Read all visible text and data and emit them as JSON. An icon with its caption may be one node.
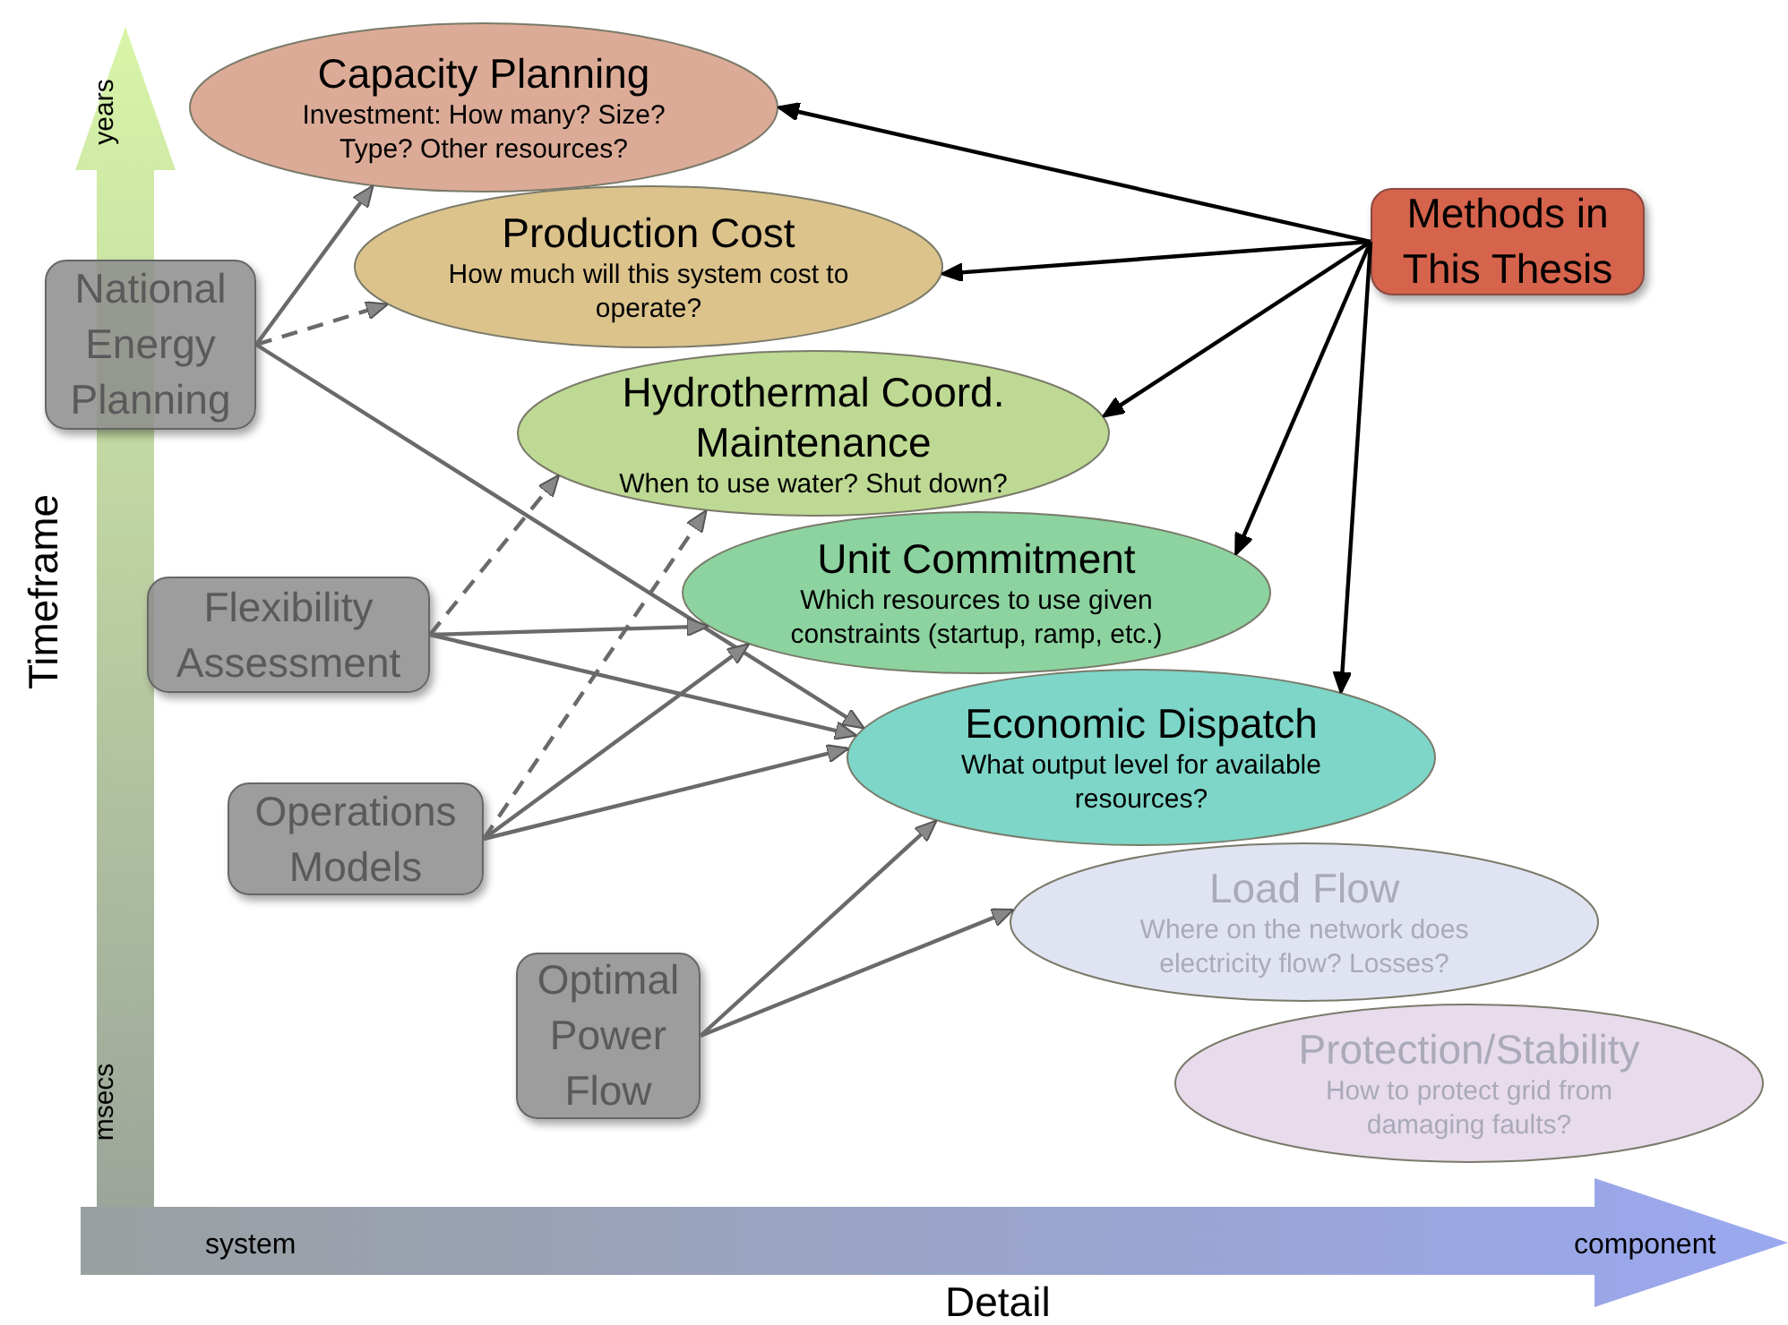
{
  "diagram": {
    "nodes": [
      {
        "text": [
          "Capacity Planning",
          "Investment: How many? Size? Type? Other resources?"
        ]
      },
      {
        "text": [
          "Production Cost",
          "How much will this system cost to operate?"
        ]
      },
      {
        "text": [
          "Hydrothermal Coord. Maintenance",
          "When to use water? Shut down?"
        ]
      },
      {
        "text": [
          "Unit Commitment",
          "Which resources to use given constraints (startup, ramp, etc.)"
        ]
      },
      {
        "text": [
          "Economic Dispatch",
          "What output level for available resources?"
        ]
      },
      {
        "text": [
          "Load Flow",
          "Where on the network does electricity flow? Losses?"
        ]
      },
      {
        "text": [
          "Protection/Stability",
          "How to protect grid from damaging faults?"
        ]
      },
      {
        "text": [
          "Methods in This Thesis"
        ]
      },
      {
        "text": [
          "National Energy Planning"
        ]
      },
      {
        "text": [
          "Flexibility Assessment"
        ]
      },
      {
        "text": [
          "Operations Models"
        ]
      },
      {
        "text": [
          "Optimal Power Flow"
        ]
      }
    ],
    "edges": [
      {
        "from": 7,
        "to": 0,
        "arrow": "to",
        "color": "#000000"
      },
      {
        "from": 7,
        "to": 1,
        "arrow": "to",
        "color": "#000000"
      },
      {
        "from": 7,
        "to": 2,
        "arrow": "to",
        "color": "#000000"
      },
      {
        "from": 7,
        "to": 3,
        "arrow": "to",
        "color": "#000000"
      },
      {
        "from": 7,
        "to": 4,
        "arrow": "to",
        "color": "#000000"
      },
      {
        "from": 8,
        "to": 0,
        "arrow": "to"
      },
      {
        "from": 8,
        "to": 1,
        "arrow": "to",
        "style": "dashed"
      },
      {
        "from": 8,
        "to": 4,
        "arrow": "to"
      },
      {
        "from": 9,
        "to": 2,
        "arrow": "to",
        "style": "dashed"
      },
      {
        "from": 9,
        "to": 3,
        "arrow": "to"
      },
      {
        "from": 9,
        "to": 4,
        "arrow": "to"
      },
      {
        "from": 10,
        "to": 2,
        "arrow": "to",
        "style": "dashed"
      },
      {
        "from": 10,
        "to": 3,
        "arrow": "to"
      },
      {
        "from": 10,
        "to": 4,
        "arrow": "to"
      },
      {
        "from": 11,
        "to": 4,
        "arrow": "to"
      },
      {
        "from": 11,
        "to": 5,
        "arrow": "to"
      }
    ],
    "labels": [
      "years",
      "Timeframe",
      "msecs",
      "system",
      "component",
      "Detail"
    ]
  }
}
